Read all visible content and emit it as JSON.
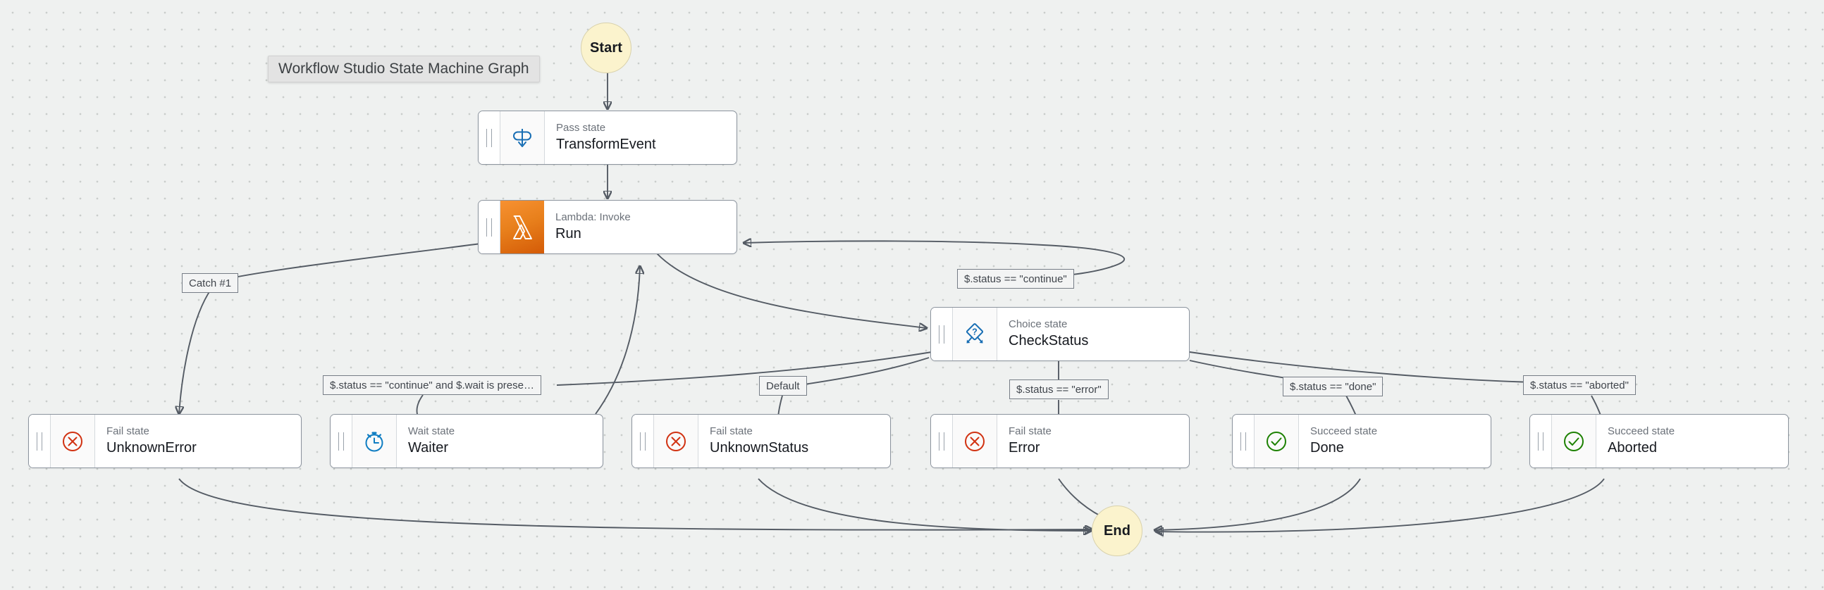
{
  "graph": {
    "title": "Workflow Studio State Machine Graph",
    "background": "#eff1f0",
    "edge_color": "#545b64"
  },
  "terminals": {
    "start": {
      "label": "Start",
      "fill": "#fbf3cd",
      "border": "#d9d2ad"
    },
    "end": {
      "label": "End",
      "fill": "#fbf3cd",
      "border": "#d9d2ad"
    }
  },
  "nodes": [
    {
      "id": "TransformEvent",
      "type_label": "Pass state",
      "name": "TransformEvent",
      "icon": "pass-state-icon",
      "accent": "#186eb4"
    },
    {
      "id": "Run",
      "type_label": "Lambda: Invoke",
      "name": "Run",
      "icon": "aws-lambda-icon",
      "accent": "#e8801c"
    },
    {
      "id": "CheckStatus",
      "type_label": "Choice state",
      "name": "CheckStatus",
      "icon": "choice-state-icon",
      "accent": "#186eb4"
    },
    {
      "id": "UnknownError",
      "type_label": "Fail state",
      "name": "UnknownError",
      "icon": "fail-state-icon",
      "accent": "#d13212"
    },
    {
      "id": "Waiter",
      "type_label": "Wait state",
      "name": "Waiter",
      "icon": "wait-state-icon",
      "accent": "#0f7dc2"
    },
    {
      "id": "UnknownStatus",
      "type_label": "Fail state",
      "name": "UnknownStatus",
      "icon": "fail-state-icon",
      "accent": "#d13212"
    },
    {
      "id": "Error",
      "type_label": "Fail state",
      "name": "Error",
      "icon": "fail-state-icon",
      "accent": "#d13212"
    },
    {
      "id": "Done",
      "type_label": "Succeed state",
      "name": "Done",
      "icon": "succeed-state-icon",
      "accent": "#1d8102"
    },
    {
      "id": "Aborted",
      "type_label": "Succeed state",
      "name": "Aborted",
      "icon": "succeed-state-icon",
      "accent": "#1d8102"
    }
  ],
  "edge_labels": [
    {
      "id": "catch1",
      "text": "Catch #1"
    },
    {
      "id": "continue",
      "text": "$.status == \"continue\""
    },
    {
      "id": "continue_wait",
      "text": "$.status == \"continue\" and $.wait is prese…"
    },
    {
      "id": "default",
      "text": "Default"
    },
    {
      "id": "error",
      "text": "$.status == \"error\""
    },
    {
      "id": "done",
      "text": "$.status == \"done\""
    },
    {
      "id": "aborted",
      "text": "$.status == \"aborted\""
    }
  ]
}
